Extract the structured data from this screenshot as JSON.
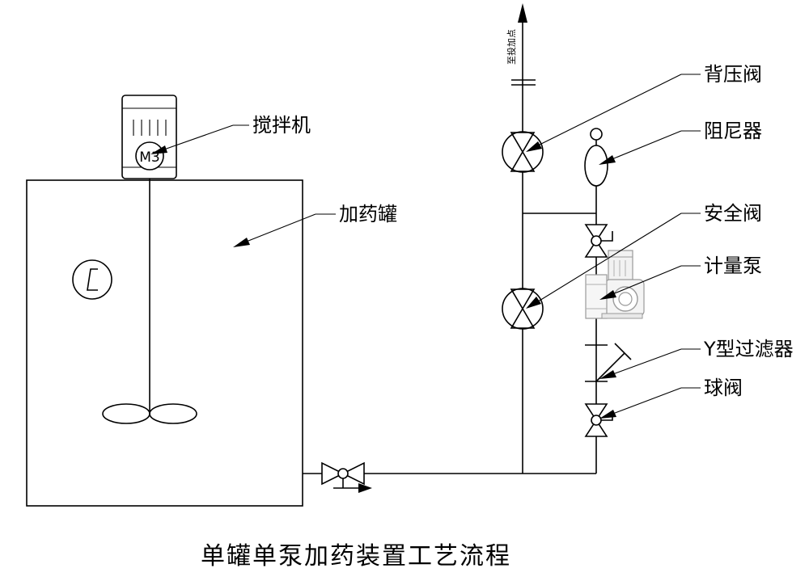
{
  "title": "单罐单泵加药装置工艺流程",
  "outlet_note": "至投加点",
  "motor_tag": "M3",
  "labels": {
    "mixer": "搅拌机",
    "tank": "加药罐",
    "back_pressure_valve": "背压阀",
    "damper": "阻尼器",
    "safety_valve": "安全阀",
    "metering_pump": "计量泵",
    "y_strainer": "Y型过滤器",
    "ball_valve": "球阀"
  }
}
